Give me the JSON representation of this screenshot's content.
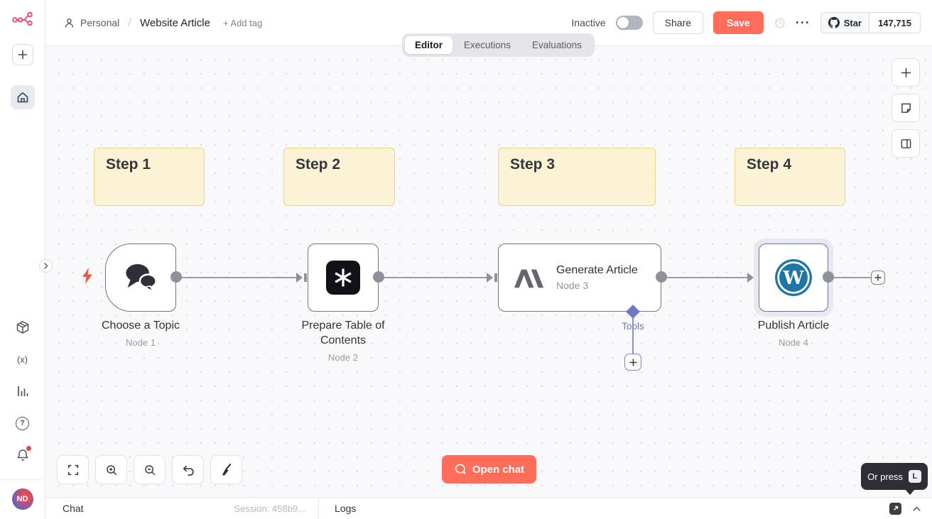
{
  "header": {
    "breadcrumb": {
      "project": "Personal",
      "separator": "/",
      "title": "Website Article",
      "add_tag": "+ Add tag"
    },
    "activation": {
      "label": "Inactive",
      "state": "off"
    },
    "share_button": "Share",
    "save_button": "Save",
    "more_menu": "···",
    "github": {
      "star_label": "Star",
      "star_count": "147,715"
    }
  },
  "tabs": {
    "editor": "Editor",
    "executions": "Executions",
    "evaluations": "Evaluations",
    "active": "Editor"
  },
  "sidebar": {
    "avatar_initials": "ND"
  },
  "canvas": {
    "sticky_notes": [
      "Step 1",
      "Step 2",
      "Step 3",
      "Step 4"
    ],
    "nodes": [
      {
        "name": "Choose a Topic",
        "subtitle": "Node 1",
        "icon": "chat-bubbles",
        "shape": "trigger"
      },
      {
        "name": "Prepare Table of Contents",
        "subtitle": "Node 2",
        "icon": "ai-transform-star"
      },
      {
        "name": "Generate Article",
        "subtitle": "Node 3",
        "icon": "anthropic-mark"
      },
      {
        "name": "Publish Article",
        "subtitle": "Node 4",
        "icon": "wordpress-mark",
        "selected": true
      }
    ],
    "tools_label": "Tools",
    "open_chat_button": "Open chat",
    "tooltip": {
      "text": "Or press",
      "key": "L"
    }
  },
  "bottom_bar": {
    "chat": "Chat",
    "session": "Session: 458b9...",
    "logs": "Logs"
  },
  "icons": {
    "logo": "n8n-nodes-mark",
    "variables_glyph": "(x)",
    "help_glyph": "?",
    "wordpress_letter": "W"
  },
  "colors": {
    "accent": "#ff6d5a",
    "brand": "#ea4b71",
    "tools_indigo": "#6f78c5",
    "sticky_bg": "#fbf3d4",
    "sticky_border": "#e9d58c",
    "wordpress_blue": "#1f76a5",
    "node_border": "#72747f",
    "canvas_bg": "#f9f9fb"
  }
}
